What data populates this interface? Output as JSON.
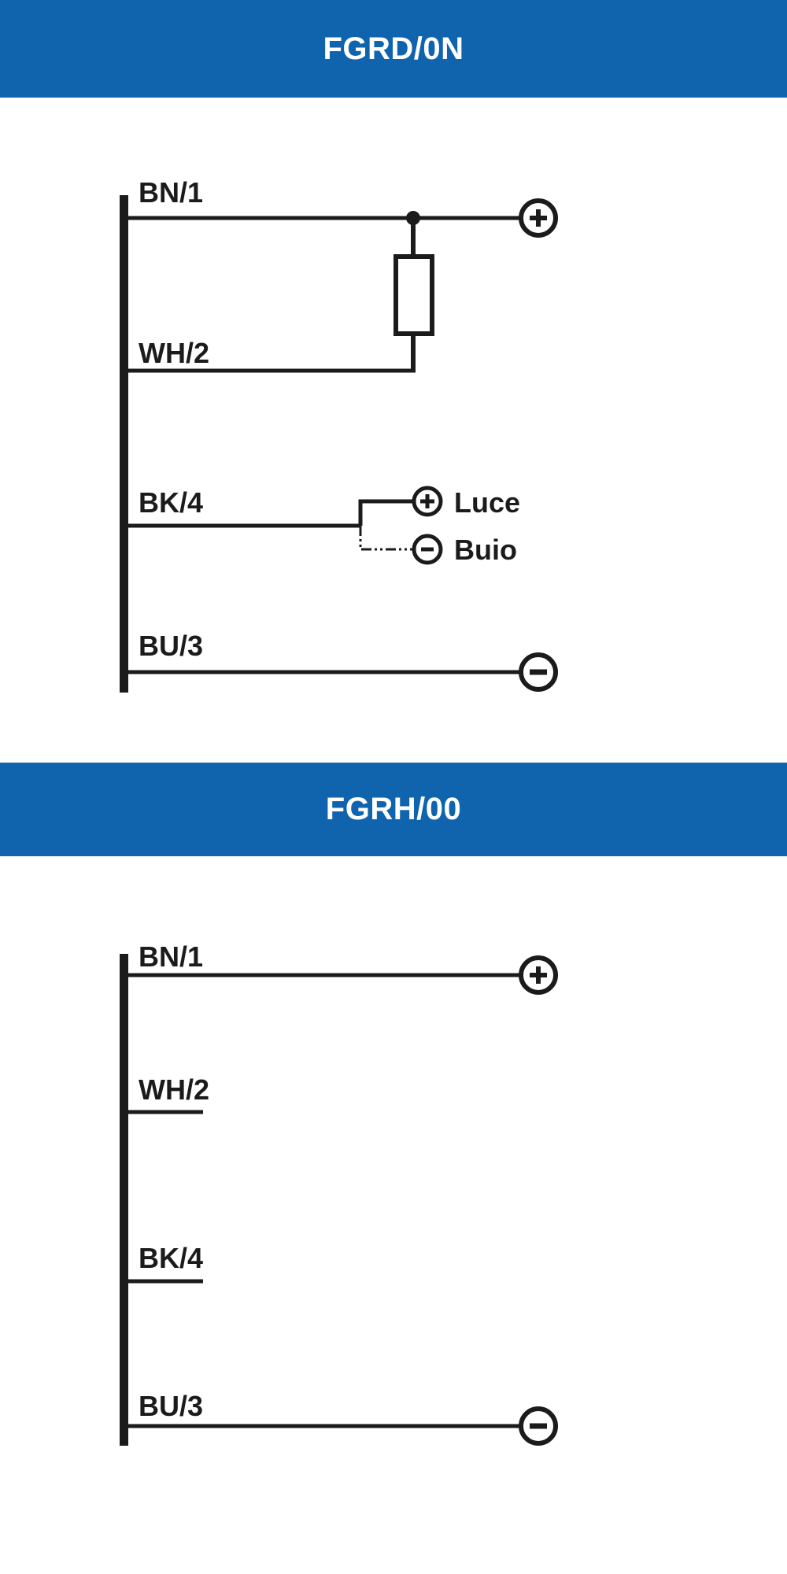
{
  "colors": {
    "header_bg": "#0f64ad",
    "header_text": "#ffffff",
    "ink": "#1b1b1b",
    "background": "#ffffff"
  },
  "sections": [
    {
      "title": "FGRD/0N",
      "wires": [
        {
          "label": "BN/1",
          "terminal": "+"
        },
        {
          "label": "WH/2",
          "terminal": ""
        },
        {
          "label": "BK/4",
          "terminal": ""
        },
        {
          "label": "BU/3",
          "terminal": "−"
        }
      ],
      "outputs": [
        {
          "label": "Luce",
          "polarity": "+",
          "line_style": "solid"
        },
        {
          "label": "Buio",
          "polarity": "−",
          "line_style": "dash-dot-dot"
        }
      ],
      "component": {
        "type": "resistor",
        "between": [
          "BN/1",
          "WH/2"
        ]
      }
    },
    {
      "title": "FGRH/00",
      "wires": [
        {
          "label": "BN/1",
          "terminal": "+"
        },
        {
          "label": "WH/2",
          "terminal": ""
        },
        {
          "label": "BK/4",
          "terminal": ""
        },
        {
          "label": "BU/3",
          "terminal": "−"
        }
      ]
    }
  ]
}
